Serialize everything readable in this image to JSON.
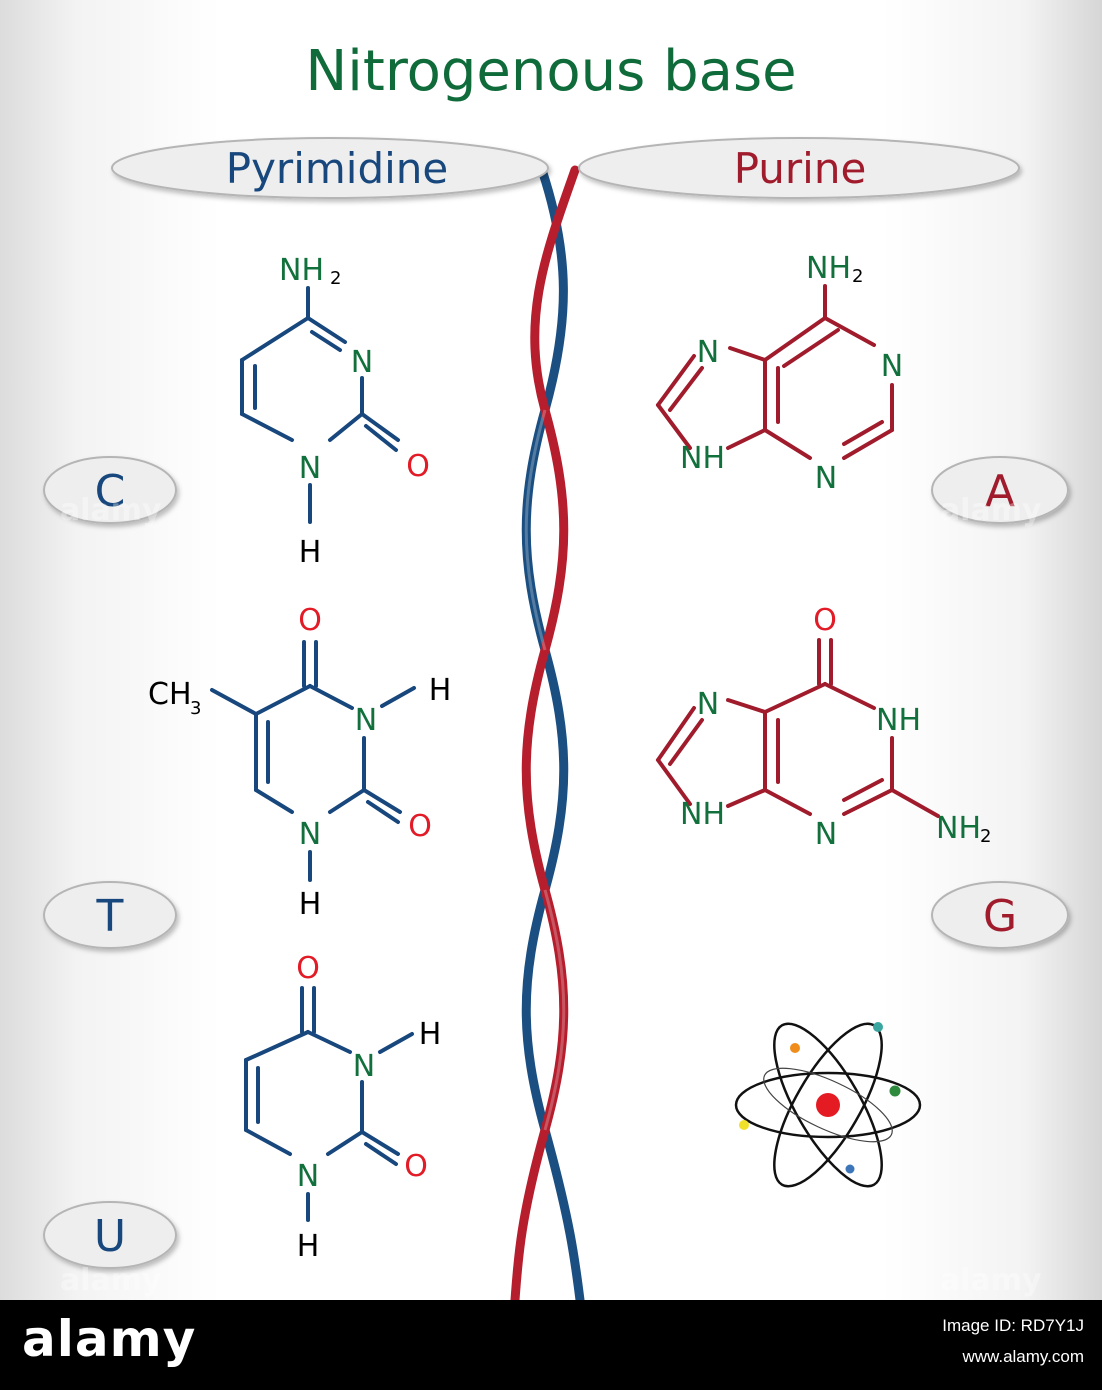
{
  "title": "Nitrogenous base",
  "groups": {
    "pyrimidine": "Pyrimidine",
    "purine": "Purine"
  },
  "base_letters": {
    "cytosine": "C",
    "thymine": "T",
    "uracil": "U",
    "adenine": "A",
    "guanine": "G"
  },
  "atoms": {
    "nh2": "NH",
    "sub2": "2",
    "n": "N",
    "nh": "NH",
    "o": "O",
    "h": "H",
    "ch": "CH",
    "sub3": "3"
  },
  "watermark": "alamy",
  "footer": {
    "logo": "alamy",
    "image_id": "Image ID: RD7Y1J",
    "site": "www.alamy.com"
  },
  "colors": {
    "title_green": "#0f6b3a",
    "pyrimidine_blue": "#17477c",
    "purine_red": "#a01c2c",
    "nitrogen_green": "#11703b",
    "oxygen_red": "#e21b26",
    "helix_blue": "#1b4f82",
    "helix_red": "#b61e2e"
  },
  "icons": {
    "helix": "dna-double-helix-icon",
    "atom": "atom-icon"
  }
}
